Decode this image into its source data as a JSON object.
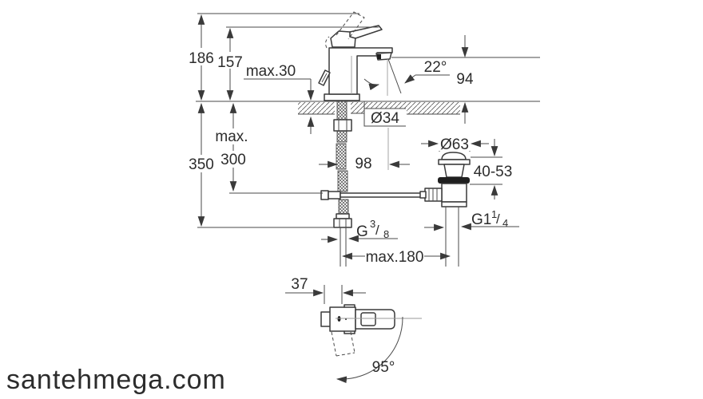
{
  "drawing": {
    "dims": {
      "height_total": "186",
      "height_to_lever": "157",
      "deck_max": "max.30",
      "spout_angle": "22°",
      "spout_height": "94",
      "depth_total": "350",
      "hose_max_line1": "max.",
      "hose_max_line2": "300",
      "hole_dia": "Ø34",
      "spout_reach": "98",
      "waste_dia": "Ø63",
      "clamp_range": "40-53",
      "reach_max": "max.180",
      "base_width": "37",
      "swivel_angle": "95°"
    },
    "threads": {
      "supply": {
        "base": "G",
        "sup": "3",
        "slash": "/",
        "sub": "8"
      },
      "waste": {
        "base": "G1",
        "sup": "1",
        "slash": "/",
        "sub": "4"
      }
    },
    "watermark": "santehmega.com",
    "colors": {
      "line": "#3a3a3a",
      "dimension": "#4a4a4a",
      "text": "#2c2c2c",
      "oring": "#1f1f1f",
      "watermark": "#c5c5c5",
      "background": "#ffffff"
    }
  }
}
